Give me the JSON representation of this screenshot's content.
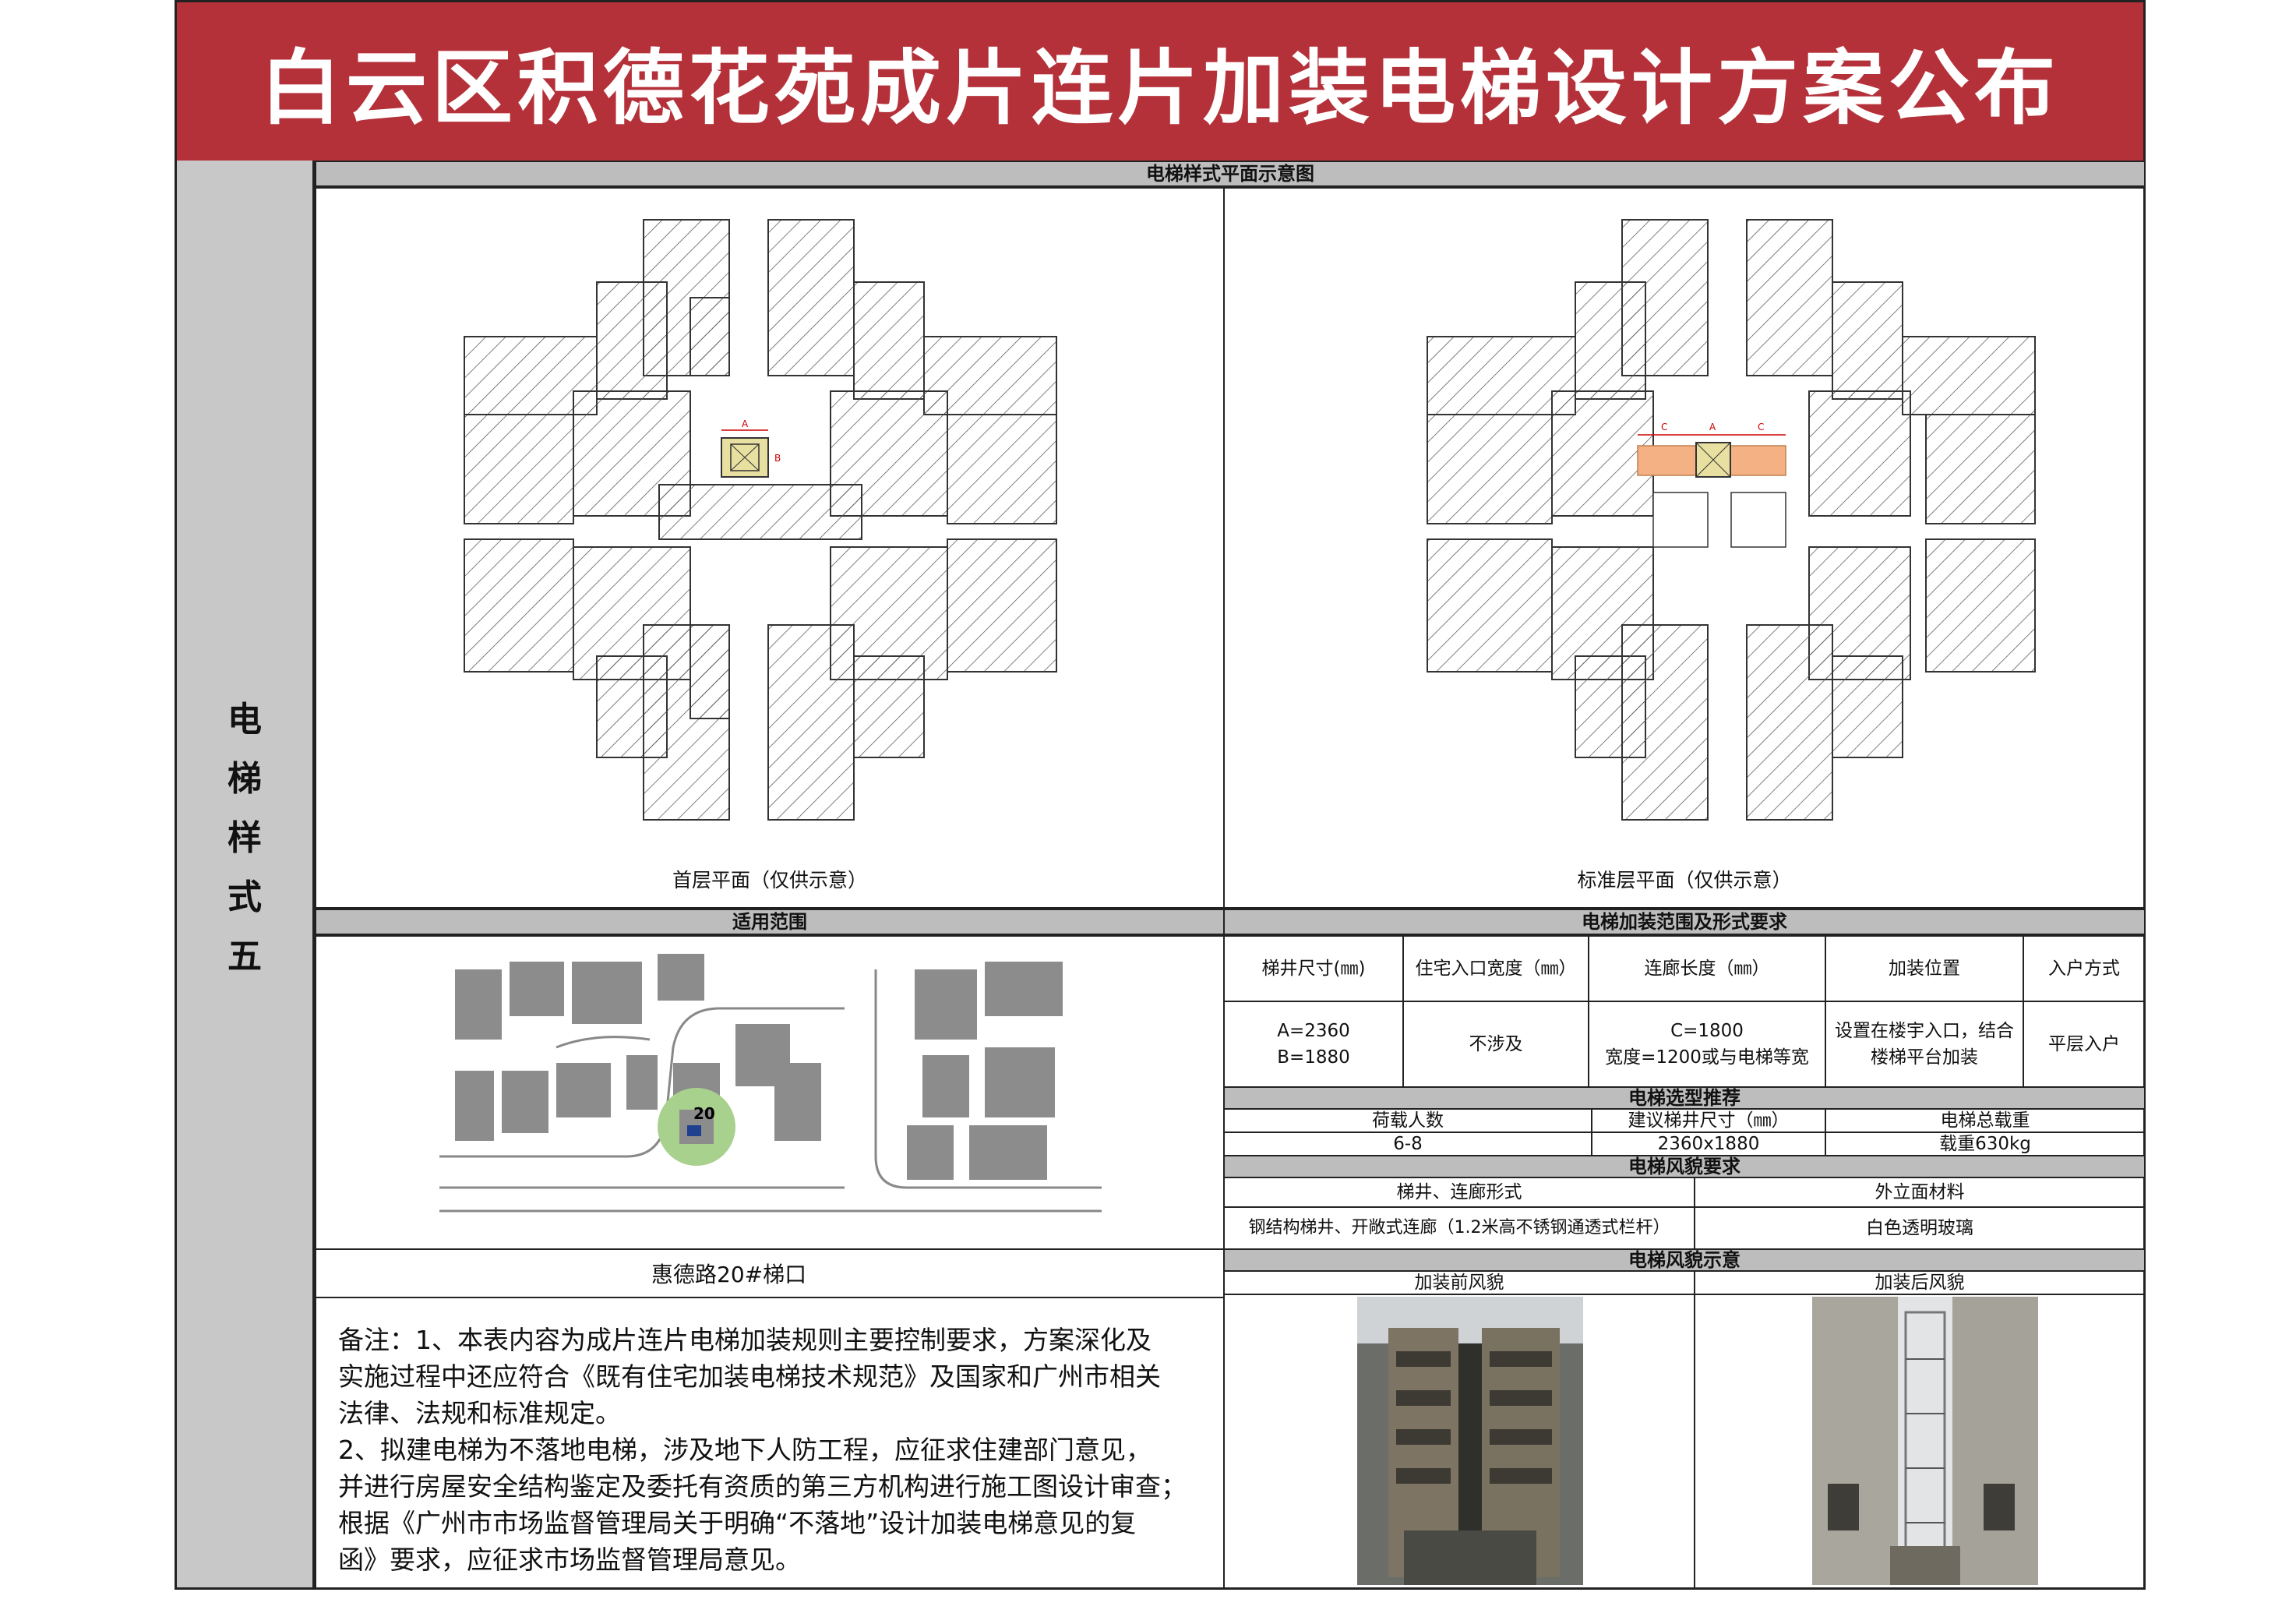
{
  "title": "白云区积德花苑成片连片加装电梯设计方案公布",
  "side_label": "电梯样式五",
  "plan_section": {
    "header": "电梯样式平面示意图",
    "left_caption": "首层平面（仅供示意）",
    "right_caption": "标准层平面（仅供示意）",
    "dim_a": "A",
    "dim_b": "B",
    "dim_c": "C",
    "colors": {
      "hatch": "#555555",
      "elevator": "#e8e0a0",
      "corridor": "#f4b183"
    }
  },
  "scope": {
    "header": "适用范围",
    "map_label": "20",
    "location": "惠德路20#梯口",
    "colors": {
      "building": "#8c8c8c",
      "highlight": "#a9d18e"
    }
  },
  "requirements": {
    "header": "电梯加装范围及形式要求",
    "columns": [
      "梯井尺寸(㎜)",
      "住宅入口宽度（㎜）",
      "连廊长度（㎜）",
      "加装位置",
      "入户方式"
    ],
    "shaft_a": "A=2360",
    "shaft_b": "B=1880",
    "entrance": "不涉及",
    "corridor_c": "C=1800",
    "corridor_width": "宽度=1200或与电梯等宽",
    "location_1": "设置在楼宇入口，结合",
    "location_2": "楼梯平台加装",
    "entry": "平层入户"
  },
  "selection": {
    "header": "电梯选型推荐",
    "columns": [
      "荷载人数",
      "建议梯井尺寸（㎜）",
      "电梯总载重"
    ],
    "values": [
      "6-8",
      "2360x1880",
      "载重630kg"
    ]
  },
  "appearance": {
    "header": "电梯风貌要求",
    "columns": [
      "梯井、连廊形式",
      "外立面材料"
    ],
    "values": [
      "钢结构梯井、开敞式连廊（1.2米高不锈钢通透式栏杆）",
      "白色透明玻璃"
    ]
  },
  "illustration": {
    "header": "电梯风貌示意",
    "before": "加装前风貌",
    "after": "加装后风貌"
  },
  "notes": {
    "line1": "备注：1、本表内容为成片连片电梯加装规则主要控制要求，方案深化及",
    "line2": "实施过程中还应符合《既有住宅加装电梯技术规范》及国家和广州市相关",
    "line3": "法律、法规和标准规定。",
    "line4": "2、拟建电梯为不落地电梯，涉及地下人防工程，应征求住建部门意见，",
    "line5": "并进行房屋安全结构鉴定及委托有资质的第三方机构进行施工图设计审查；",
    "line6": "根据《广州市市场监督管理局关于明确“不落地”设计加装电梯意见的复",
    "line7": "函》要求，应征求市场监督管理局意见。"
  }
}
